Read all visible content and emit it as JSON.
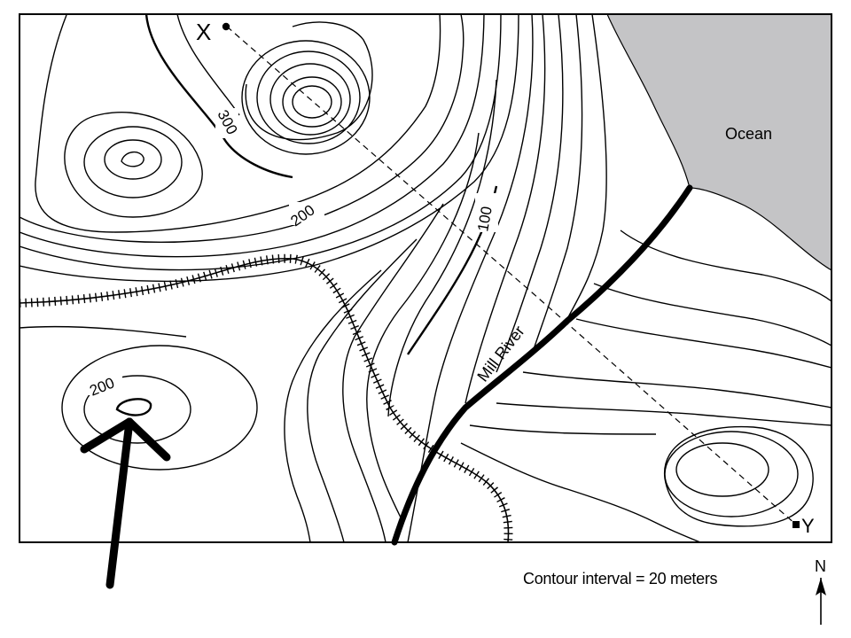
{
  "map": {
    "ocean_label": "Ocean",
    "river_label": "Mill River",
    "point_x_label": "X",
    "point_y_label": "Y",
    "north_label": "N",
    "contour_labels": [
      "300",
      "200",
      "100",
      "200"
    ],
    "contour_interval_text": "Contour interval = 20 meters",
    "colors": {
      "ocean": "#c4c4c6",
      "ink": "#000000",
      "paper": "#ffffff"
    },
    "icons": [
      "north-arrow-icon",
      "pointer-arrow-icon",
      "railroad-track-icon"
    ]
  }
}
